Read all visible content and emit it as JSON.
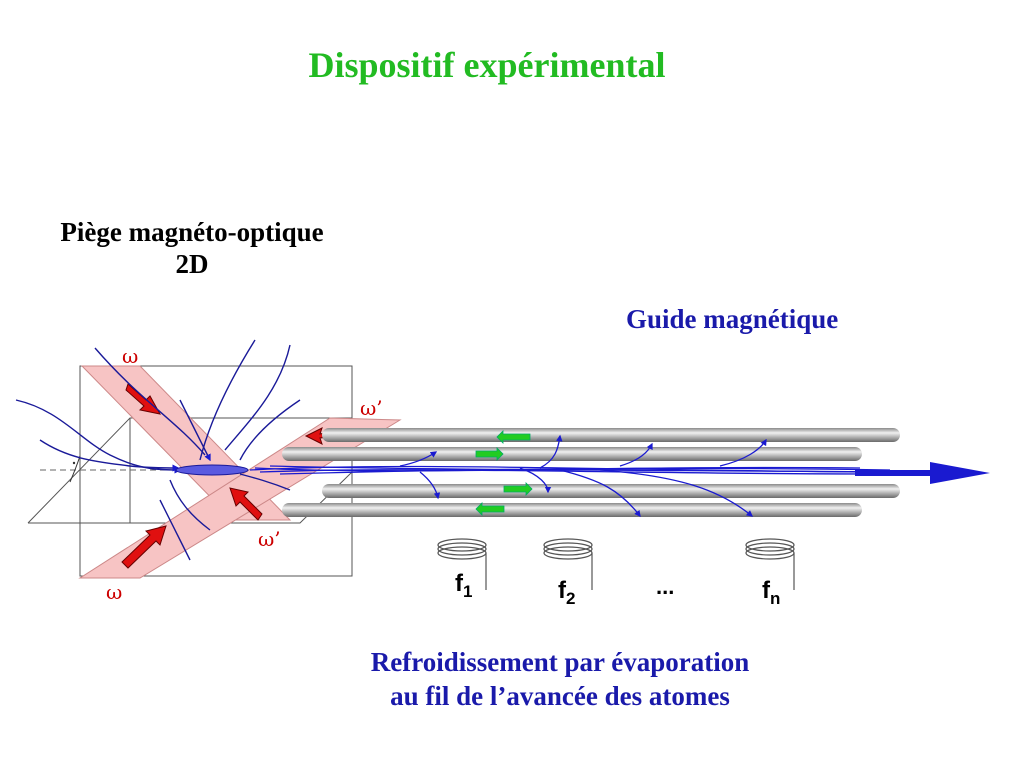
{
  "title": "Dispositif expérimental",
  "labels": {
    "mot_line1": "Piège magnéto-optique",
    "mot_line2": "2D",
    "guide": "Guide magnétique",
    "cooling_line1": "Refroidissement par évaporation",
    "cooling_line2": "au fil de l’avancée des atomes"
  },
  "beams": {
    "omega_top": "ω",
    "omega_bottom": "ω",
    "omega_prime_top": "ω’",
    "omega_prime_bottom": "ω’"
  },
  "coils": [
    {
      "label": "f",
      "sub": "1"
    },
    {
      "label": "f",
      "sub": "2"
    },
    {
      "label": "f",
      "sub": "n"
    }
  ],
  "ellipsis": "...",
  "colors": {
    "title": "#22bb22",
    "accent": "#1a1aaa",
    "omega": "#cc0000",
    "beam_fill": "#f7c4c4",
    "beam_arrow": "#e01010",
    "current_arrow": "#22cc22",
    "atom_path": "#1a1ad0",
    "field_line": "#1a1a99"
  }
}
